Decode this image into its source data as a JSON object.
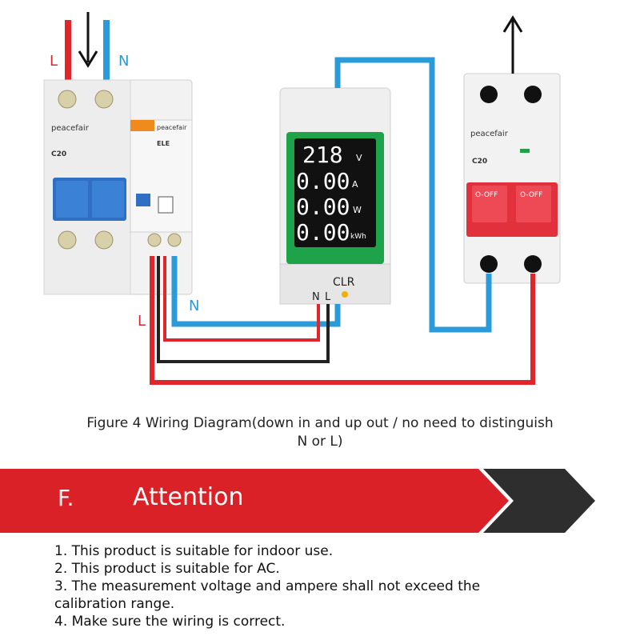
{
  "diagram": {
    "input_labels": {
      "live": "L",
      "neutral": "N"
    },
    "output_labels": {
      "live": "L",
      "neutral": "N"
    },
    "breaker_left": {
      "brand": "peacefair",
      "model": "C20",
      "sub_brand": "peacefair",
      "sub_model": "ELE"
    },
    "breaker_right": {
      "brand": "peacefair",
      "model": "C20",
      "switch_label": "O-OFF"
    },
    "meter": {
      "readings": [
        {
          "value": "218",
          "unit": "V"
        },
        {
          "value": "0.00",
          "unit": "A"
        },
        {
          "value": "0.00",
          "unit": "W"
        },
        {
          "value": "0.00",
          "unit": "kWh"
        }
      ],
      "clr_label": "CLR",
      "terminal_n": "N",
      "terminal_l": "L"
    },
    "colors": {
      "live_wire": "#e0262a",
      "neutral_wire": "#2a9ad8",
      "earth_wire": "#222222",
      "lcd_frame": "#1fa34a"
    }
  },
  "caption": {
    "line1": "Figure 4 Wiring Diagram(down in and up out / no need to distinguish",
    "line2": "N or L)"
  },
  "section": {
    "letter": "F.",
    "title": "Attention",
    "color": "#d92127"
  },
  "notes": [
    "1. This product is suitable for indoor use.",
    "2. This product is suitable for AC.",
    "3. The measurement voltage and ampere shall not exceed the",
    "calibration range.",
    "4. Make sure the wiring is correct."
  ]
}
